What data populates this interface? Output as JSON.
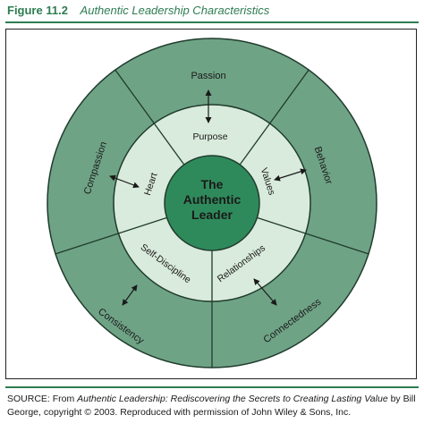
{
  "figure": {
    "number": "Figure 11.2",
    "title": "Authentic Leadership Characteristics"
  },
  "center": {
    "lines": [
      "The",
      "Authentic",
      "Leader"
    ]
  },
  "inner_ring": [
    "Purpose",
    "Values",
    "Relationships",
    "Self-Discipline",
    "Heart"
  ],
  "outer_ring": [
    "Passion",
    "Behavior",
    "Connectedness",
    "Consistency",
    "Compassion"
  ],
  "colors": {
    "outer": "#6fa386",
    "inner": "#d9ebdc",
    "center": "#2f8a5b",
    "stroke": "#1f3b2c",
    "accent": "#2e7d52"
  },
  "source": {
    "prefix": "SOURCE: From ",
    "book": "Authentic Leadership: Rediscovering the Secrets to Creating Lasting Value",
    "suffix": " by Bill George, copyright © 2003. Reproduced with permission of John Wiley & Sons, Inc."
  }
}
